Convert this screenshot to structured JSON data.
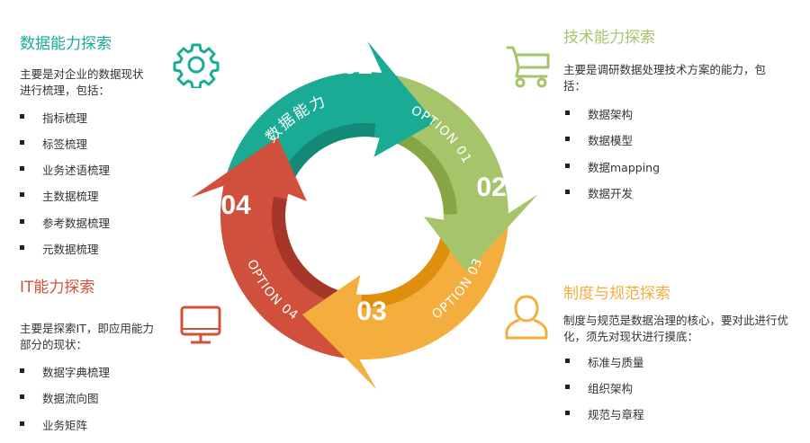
{
  "sections": {
    "data": {
      "title": "数据能力探索",
      "desc": [
        "主要是对企业的数据现状",
        "进行梳理，包括："
      ],
      "items": [
        "指标梳理",
        "标签梳理",
        "业务述语梳理",
        "主数据梳理",
        "参考数据梳理",
        "元数据梳理"
      ],
      "color": "#1aab94",
      "icon": "gear-icon"
    },
    "it": {
      "title": "IT能力探索",
      "desc": [
        "主要是探索IT，即应用能力",
        "部分的现状："
      ],
      "items": [
        "数据字典梳理",
        "数据流向图",
        "业务矩阵"
      ],
      "color": "#d0503c",
      "icon": "monitor-icon"
    },
    "tech": {
      "title": "技术能力探索",
      "desc": [
        "主要是调研数据处理技术方案的能力，包",
        "括："
      ],
      "items": [
        "数据架构",
        "数据模型",
        "数据mapping",
        "数据开发"
      ],
      "color": "#a6c46a",
      "icon": "cart-icon"
    },
    "policy": {
      "title": "制度与规范探索",
      "desc": [
        "制度与规范是数据治理的核心，要对此进行优",
        "化，须先对现状进行摸底："
      ],
      "items": [
        "标准与质量",
        "组织架构",
        "规范与章程"
      ],
      "color": "#f4ae3d",
      "icon": "user-icon"
    }
  },
  "cycle": [
    {
      "number": "01",
      "label": "数据能力",
      "color": "#1aab94",
      "dark": "#138a76"
    },
    {
      "number": "02",
      "label": "OPTION 01",
      "color": "#a6c46a",
      "dark": "#86a646"
    },
    {
      "number": "03",
      "label": "OPTION 03",
      "color": "#f4ae3d",
      "dark": "#df8e0e"
    },
    {
      "number": "04",
      "label": "OPTION 04",
      "color": "#d0503c",
      "dark": "#a63628"
    }
  ]
}
